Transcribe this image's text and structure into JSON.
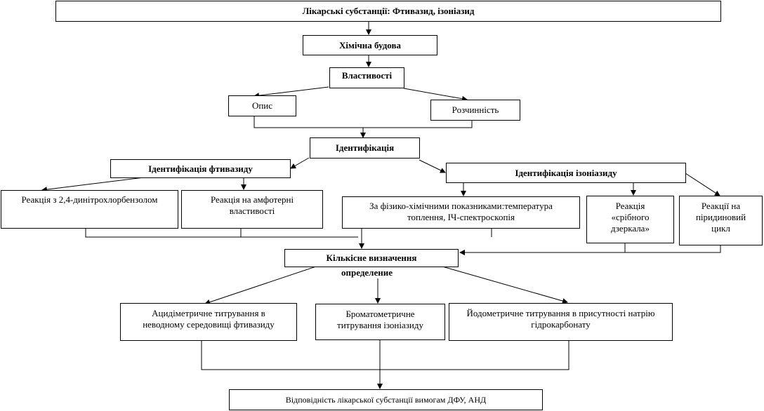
{
  "diagram": {
    "title": "Лікарські субстанції: Фтивазид, ізоніазид",
    "structure": "Хімічна будова",
    "properties": "Властивості",
    "description": "Опис",
    "solubility": "Розчинність",
    "identification": "Ідентифікація",
    "ident_ftivazid": "Ідентифікація фтивазиду",
    "ident_isoniazid": "Ідентифікація ізоніазиду",
    "reaction_dnchb": "Реакція з 2,4-динітрохлорбензолом",
    "reaction_amphoteric": "Реакція на амфотерні властивості",
    "physchem": "За фізико-хімічними показниками:температура топлення, ІЧ-спектроскопія",
    "silver_mirror": "Реакція «срібного дзеркала»",
    "pyridine_cycle": "Реакції на піридиновий цикл",
    "quantitative": "Кількісне визначення",
    "quantitative_note": "определение",
    "acidimetric": "Ацидіметричне титрування в неводному середовищі фтивазиду",
    "bromatometric": "Броматометричне титрування ізоніазиду",
    "iodometric": "Йодометричне титрування в присутності натрію гідрокарбонату",
    "compliance": "Відповідність лікарської субстанції вимогам ДФУ, АНД"
  }
}
